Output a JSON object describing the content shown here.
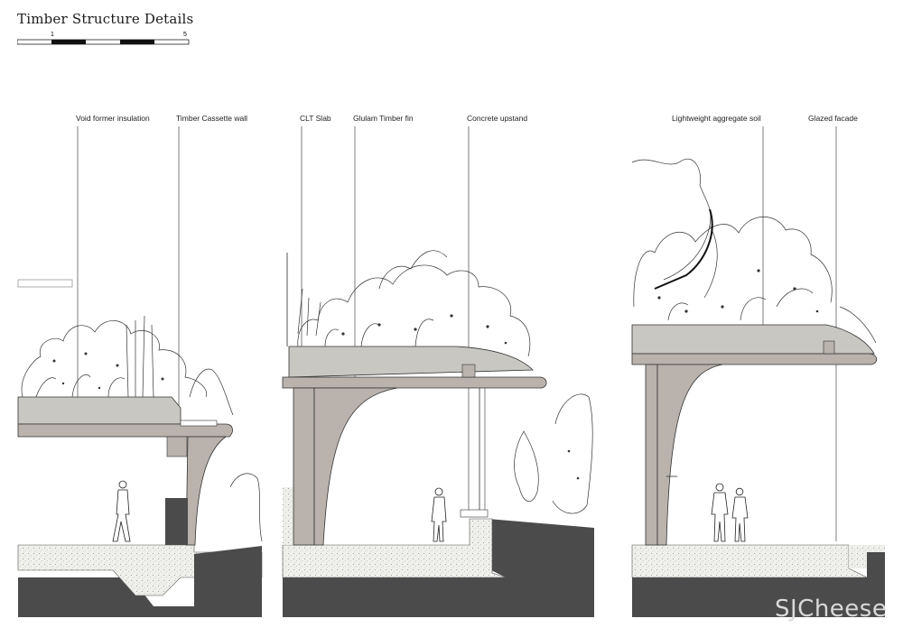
{
  "title": "Timber Structure Details",
  "scale": {
    "tick_start": "1",
    "tick_end": "5"
  },
  "labels": [
    "Void former insulation",
    "Timber Cassette wall",
    "CLT Slab",
    "Glulam Timber fin",
    "Concrete upstand",
    "Lightweight aggregate soil",
    "Glazed facade"
  ],
  "watermark": "SJCheese",
  "colors": {
    "slab": "#b9b2ad",
    "soil_slab": "#c9c7c2",
    "ground": "#4a4a4a",
    "gravel": "#eeeeea",
    "line": "#222222"
  }
}
